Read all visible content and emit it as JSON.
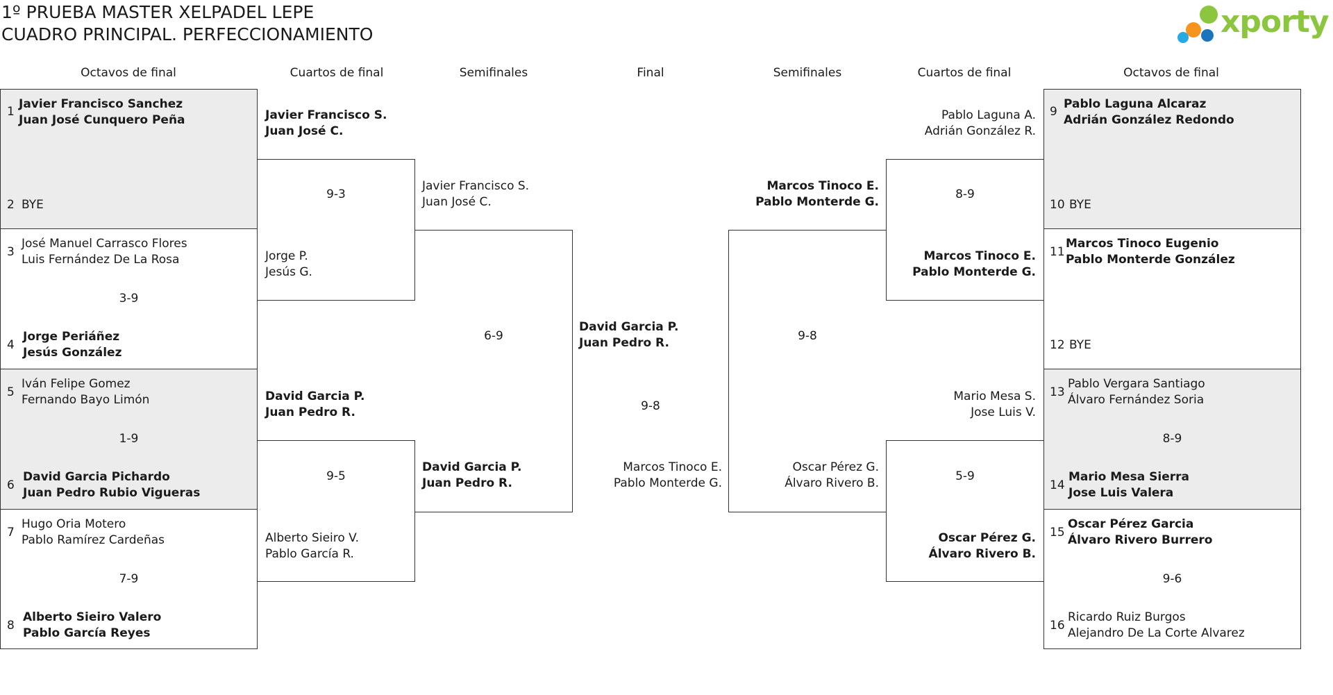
{
  "title": {
    "line1": "1º PRUEBA MASTER XELPADEL LEPE",
    "line2": "CUADRO PRINCIPAL. PERFECCIONAMIENTO"
  },
  "logo": {
    "text": "xporty",
    "colors": [
      "#f7941d",
      "#8cc63f",
      "#27a9e1",
      "#1b75bc"
    ]
  },
  "headers": {
    "octavos": "Octavos de final",
    "cuartos": "Cuartos de final",
    "semis": "Semifinales",
    "final": "Final"
  },
  "r16_left": [
    {
      "num": "1",
      "p1": "Javier Francisco Sanchez",
      "p2": "Juan José Cunquero Peña"
    },
    {
      "num": "2",
      "p1": "BYE",
      "p2": ""
    },
    {
      "num": "3",
      "p1": "José Manuel Carrasco Flores",
      "p2": "Luis Fernández De La Rosa"
    },
    {
      "num": "4",
      "p1": "Jorge Periáñez",
      "p2": "Jesús González"
    },
    {
      "num": "5",
      "p1": "Iván Felipe Gomez",
      "p2": "Fernando Bayo Limón"
    },
    {
      "num": "6",
      "p1": "David Garcia Pichardo",
      "p2": "Juan Pedro Rubio Vigueras"
    },
    {
      "num": "7",
      "p1": "Hugo Oria Motero",
      "p2": "Pablo Ramírez Cardeñas"
    },
    {
      "num": "8",
      "p1": "Alberto Sieiro Valero",
      "p2": "Pablo García Reyes"
    }
  ],
  "r16_left_scores": [
    "",
    "3-9",
    "1-9",
    "7-9"
  ],
  "qf_left": [
    {
      "p1": "Javier Francisco S.",
      "p2": "Juan José C."
    },
    {
      "p1": "Jorge P.",
      "p2": "Jesús G."
    },
    {
      "p1": "David Garcia P.",
      "p2": "Juan Pedro R."
    },
    {
      "p1": "Alberto Sieiro V.",
      "p2": "Pablo García R."
    }
  ],
  "qf_left_scores": [
    "9-3",
    "9-5"
  ],
  "sf_left": [
    {
      "p1": "Javier Francisco S.",
      "p2": "Juan José C."
    },
    {
      "p1": "David Garcia P.",
      "p2": "Juan Pedro R."
    }
  ],
  "sf_left_score": "6-9",
  "final": {
    "top": {
      "p1": "David Garcia P.",
      "p2": "Juan Pedro R."
    },
    "score": "9-8",
    "bottom": {
      "p1": "Marcos Tinoco E.",
      "p2": "Pablo Monterde G."
    }
  },
  "sf_right": [
    {
      "p1": "Marcos Tinoco E.",
      "p2": "Pablo Monterde G."
    },
    {
      "p1": "Oscar Pérez G.",
      "p2": "Álvaro Rivero B."
    }
  ],
  "sf_right_score": "9-8",
  "qf_right": [
    {
      "p1": "Pablo Laguna A.",
      "p2": "Adrián González R."
    },
    {
      "p1": "Marcos Tinoco E.",
      "p2": "Pablo Monterde G."
    },
    {
      "p1": "Mario Mesa S.",
      "p2": "Jose Luis V."
    },
    {
      "p1": "Oscar Pérez G.",
      "p2": "Álvaro Rivero B."
    }
  ],
  "qf_right_scores": [
    "8-9",
    "5-9"
  ],
  "r16_right": [
    {
      "num": "9",
      "p1": "Pablo Laguna Alcaraz",
      "p2": "Adrián González Redondo"
    },
    {
      "num": "10",
      "p1": "BYE",
      "p2": ""
    },
    {
      "num": "11",
      "p1": "Marcos Tinoco Eugenio",
      "p2": "Pablo Monterde González"
    },
    {
      "num": "12",
      "p1": "BYE",
      "p2": ""
    },
    {
      "num": "13",
      "p1": "Pablo Vergara Santiago",
      "p2": "Álvaro Fernández Soria"
    },
    {
      "num": "14",
      "p1": "Mario Mesa Sierra",
      "p2": "Jose Luis Valera"
    },
    {
      "num": "15",
      "p1": "Oscar Pérez Garcia",
      "p2": "Álvaro Rivero Burrero"
    },
    {
      "num": "16",
      "p1": "Ricardo Ruiz Burgos",
      "p2": "Alejandro De La Corte Alvarez"
    }
  ],
  "r16_right_scores": [
    "",
    "",
    "8-9",
    "9-6"
  ]
}
